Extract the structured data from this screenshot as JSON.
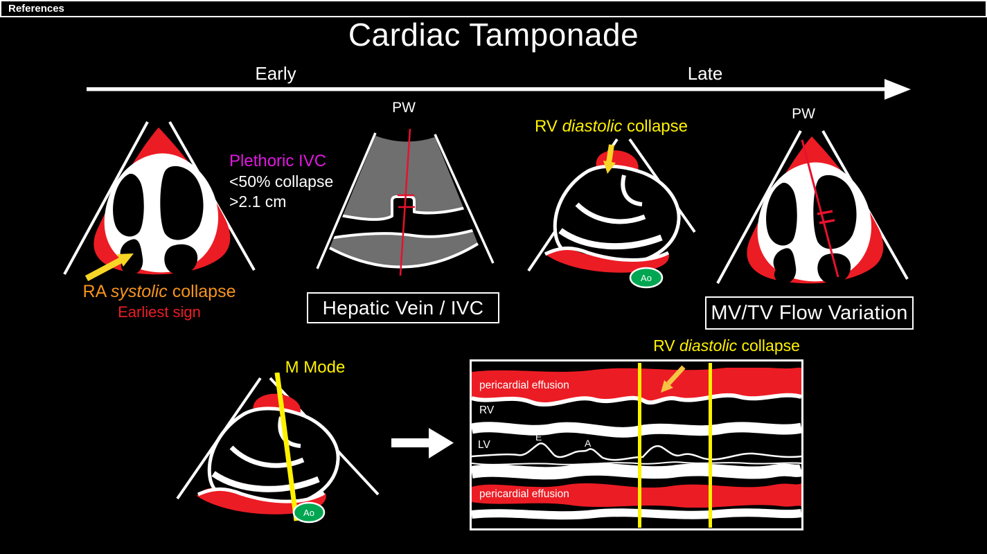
{
  "title": "Cardiac Tamponade",
  "timeline": {
    "early": "Early",
    "late": "Late"
  },
  "panels": {
    "ra_collapse": {
      "label_pre": "RA ",
      "label_italic": "systolic",
      "label_post": " collapse",
      "subtitle": "Earliest sign"
    },
    "ivc": {
      "probe_label": "PW",
      "heading": "Plethoric IVC",
      "criteria_1": "<50% collapse",
      "criteria_2": ">2.1 cm",
      "box_label": "Hepatic Vein / IVC"
    },
    "rv_collapse": {
      "label_pre": "RV ",
      "label_italic": "diastolic",
      "label_post": " collapse",
      "aorta_label": "Ao"
    },
    "mv_tv": {
      "probe_label": "PW",
      "box_label": "MV/TV Flow Variation"
    }
  },
  "bottom": {
    "m_mode": {
      "label": "M Mode",
      "aorta_label": "Ao"
    },
    "tracing": {
      "label_pre": "RV ",
      "label_italic": "diastolic",
      "label_post": " collapse",
      "pericardial_top": "pericardial effusion",
      "rv_label": "RV",
      "lv_label": "LV",
      "e_wave": "E",
      "a_wave": "A",
      "pericardial_bottom": "pericardial effusion"
    }
  },
  "references": {
    "label": "References"
  },
  "colors": {
    "background": "#000000",
    "effusion_red": "#EC1C24",
    "cursor_red": "#E8112D",
    "label_yellow": "#FFF200",
    "arrow_yellow": "#F8D626",
    "orange": "#F7941D",
    "magenta": "#E018E0",
    "aorta_green": "#00A651",
    "fan_gray": "#6F6F6F",
    "white": "#FFFFFF"
  },
  "icons": {
    "timeline_arrow": "right-arrow",
    "flow_arrow": "right-arrow",
    "ra_collapse_arrow": "up-right-arrow",
    "rv_collapse_arrow": "down-arrow",
    "tracing_collapse_arrow": "down-left-arrow",
    "pw_cursor": "red-line",
    "m_mode_cursor": "yellow-line"
  }
}
